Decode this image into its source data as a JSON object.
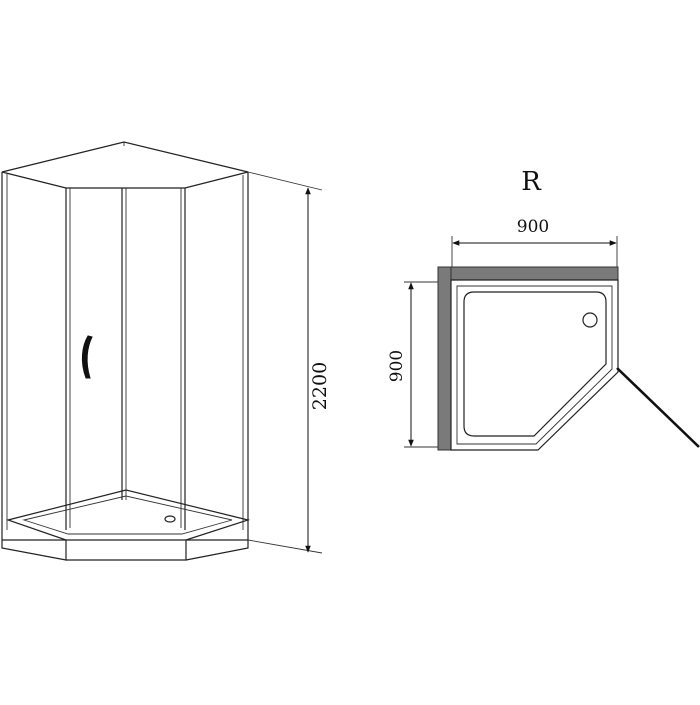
{
  "variant_label": "R",
  "dimensions": {
    "height": "2200",
    "width": "900",
    "depth": "900"
  },
  "colors": {
    "line": "#222222",
    "wall": "#7a7a7a",
    "wall_edge": "#333333",
    "background": "#ffffff"
  },
  "icons": [
    "door-handle-icon",
    "drain-icon"
  ]
}
